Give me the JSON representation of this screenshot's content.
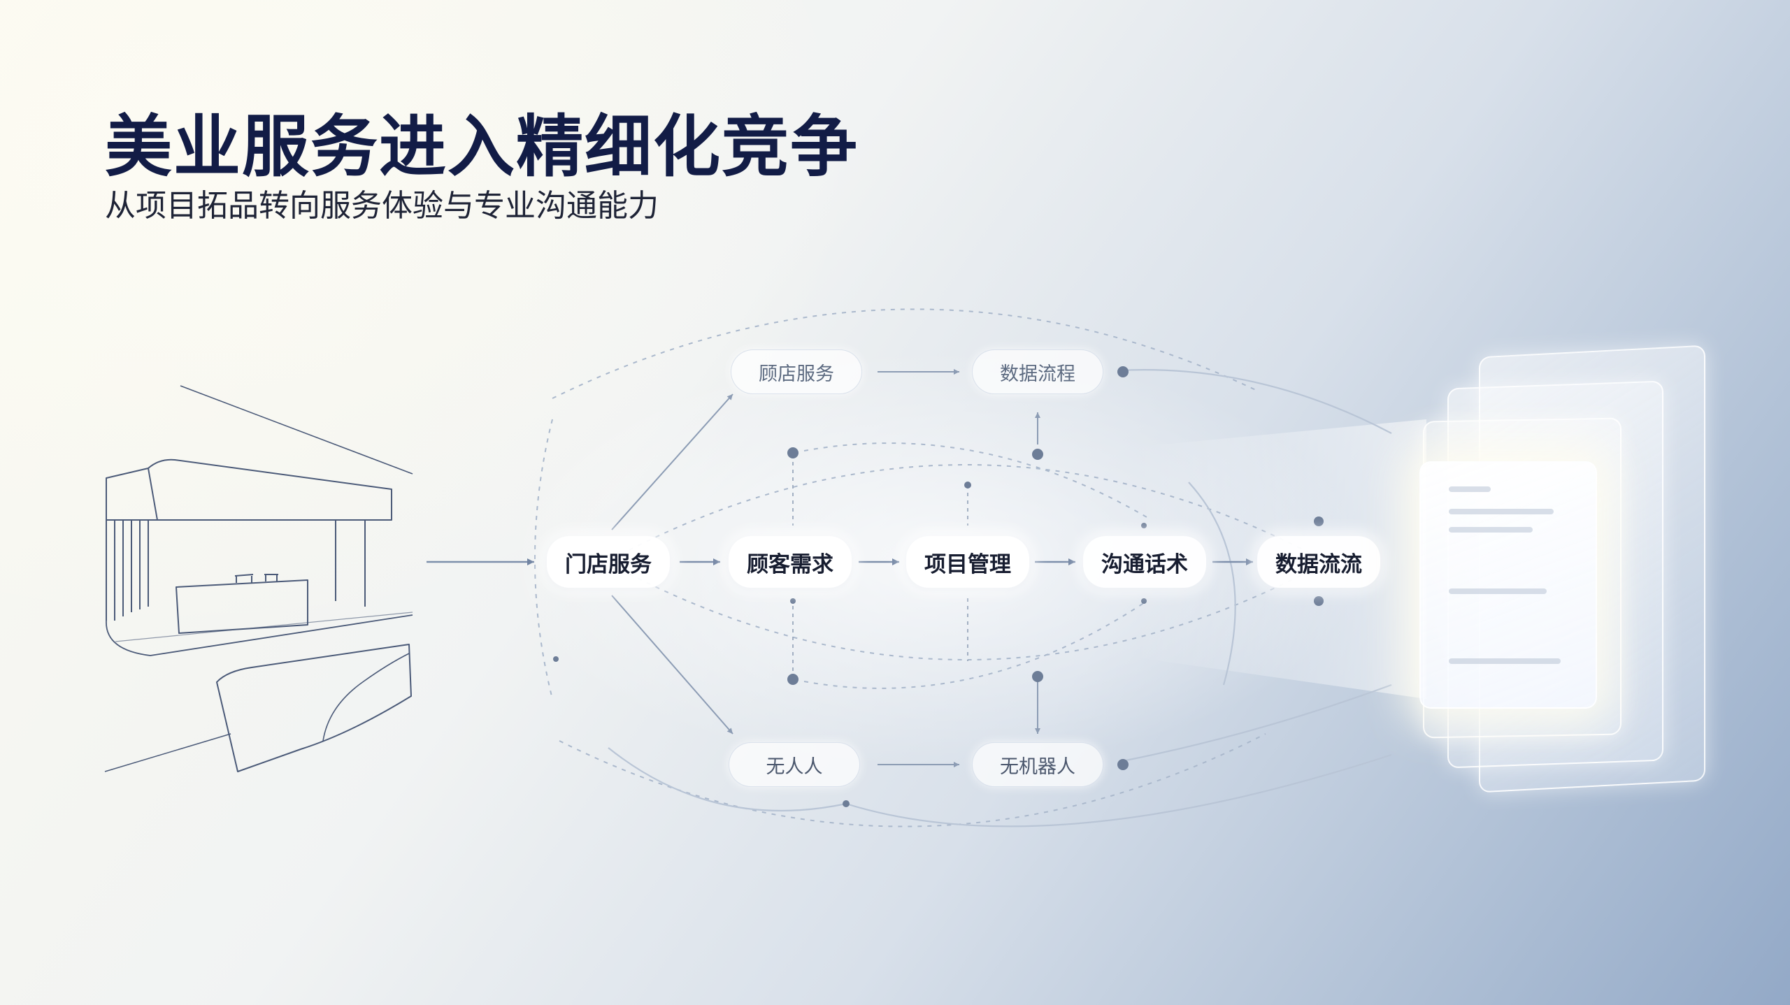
{
  "title": "美业服务进入精细化竞争",
  "subtitle": "从项目拓品转向服务体验与专业沟通能力",
  "main_flow": [
    {
      "label": "门店服务"
    },
    {
      "label": "顾客需求"
    },
    {
      "label": "项目管理"
    },
    {
      "label": "沟通话术"
    },
    {
      "label": "数据流流"
    }
  ],
  "top_nodes": [
    {
      "label": "顾店服务"
    },
    {
      "label": "数据流程"
    }
  ],
  "bottom_nodes": [
    {
      "label": "无人人"
    },
    {
      "label": "无机器人"
    }
  ],
  "icons": {
    "storefront": "storefront-line-art-icon",
    "documents": "document-stack-icon"
  },
  "colors": {
    "title": "#121c46",
    "connector": "#7d8fab",
    "node_dot": "#6d7d97"
  }
}
